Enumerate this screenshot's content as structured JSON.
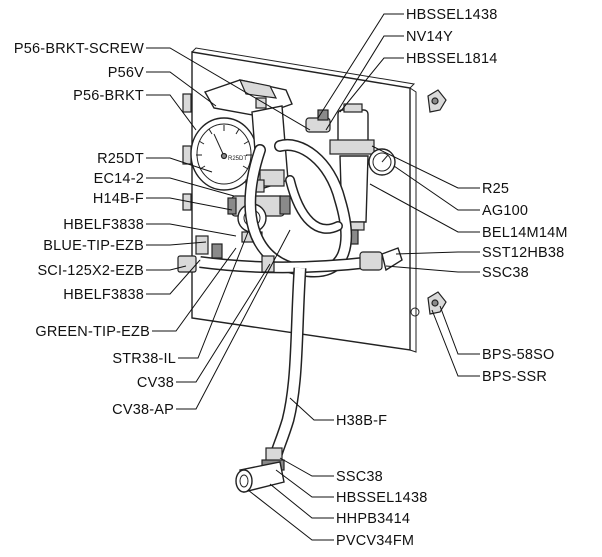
{
  "labels": {
    "left": [
      "P56-BRKT-SCREW",
      "P56V",
      "P56-BRKT",
      "R25DT",
      "EC14-2",
      "H14B-F",
      "HBELF3838",
      "BLUE-TIP-EZB",
      "SCI-125X2-EZB",
      "HBELF3838",
      "GREEN-TIP-EZB",
      "STR38-IL",
      "CV38",
      "CV38-AP"
    ],
    "top_right": [
      "HBSSEL1438",
      "NV14Y",
      "HBSSEL1814"
    ],
    "right": [
      "R25",
      "AG100",
      "BEL14M14M",
      "SST12HB38",
      "SSC38",
      "BPS-58SO",
      "BPS-SSR",
      "H38B-F"
    ],
    "bottom": [
      "SSC38",
      "HBSSEL1438",
      "HHPB3414",
      "PVCV34FM"
    ]
  },
  "gauge": {
    "r25dt_face": "R25DT"
  }
}
